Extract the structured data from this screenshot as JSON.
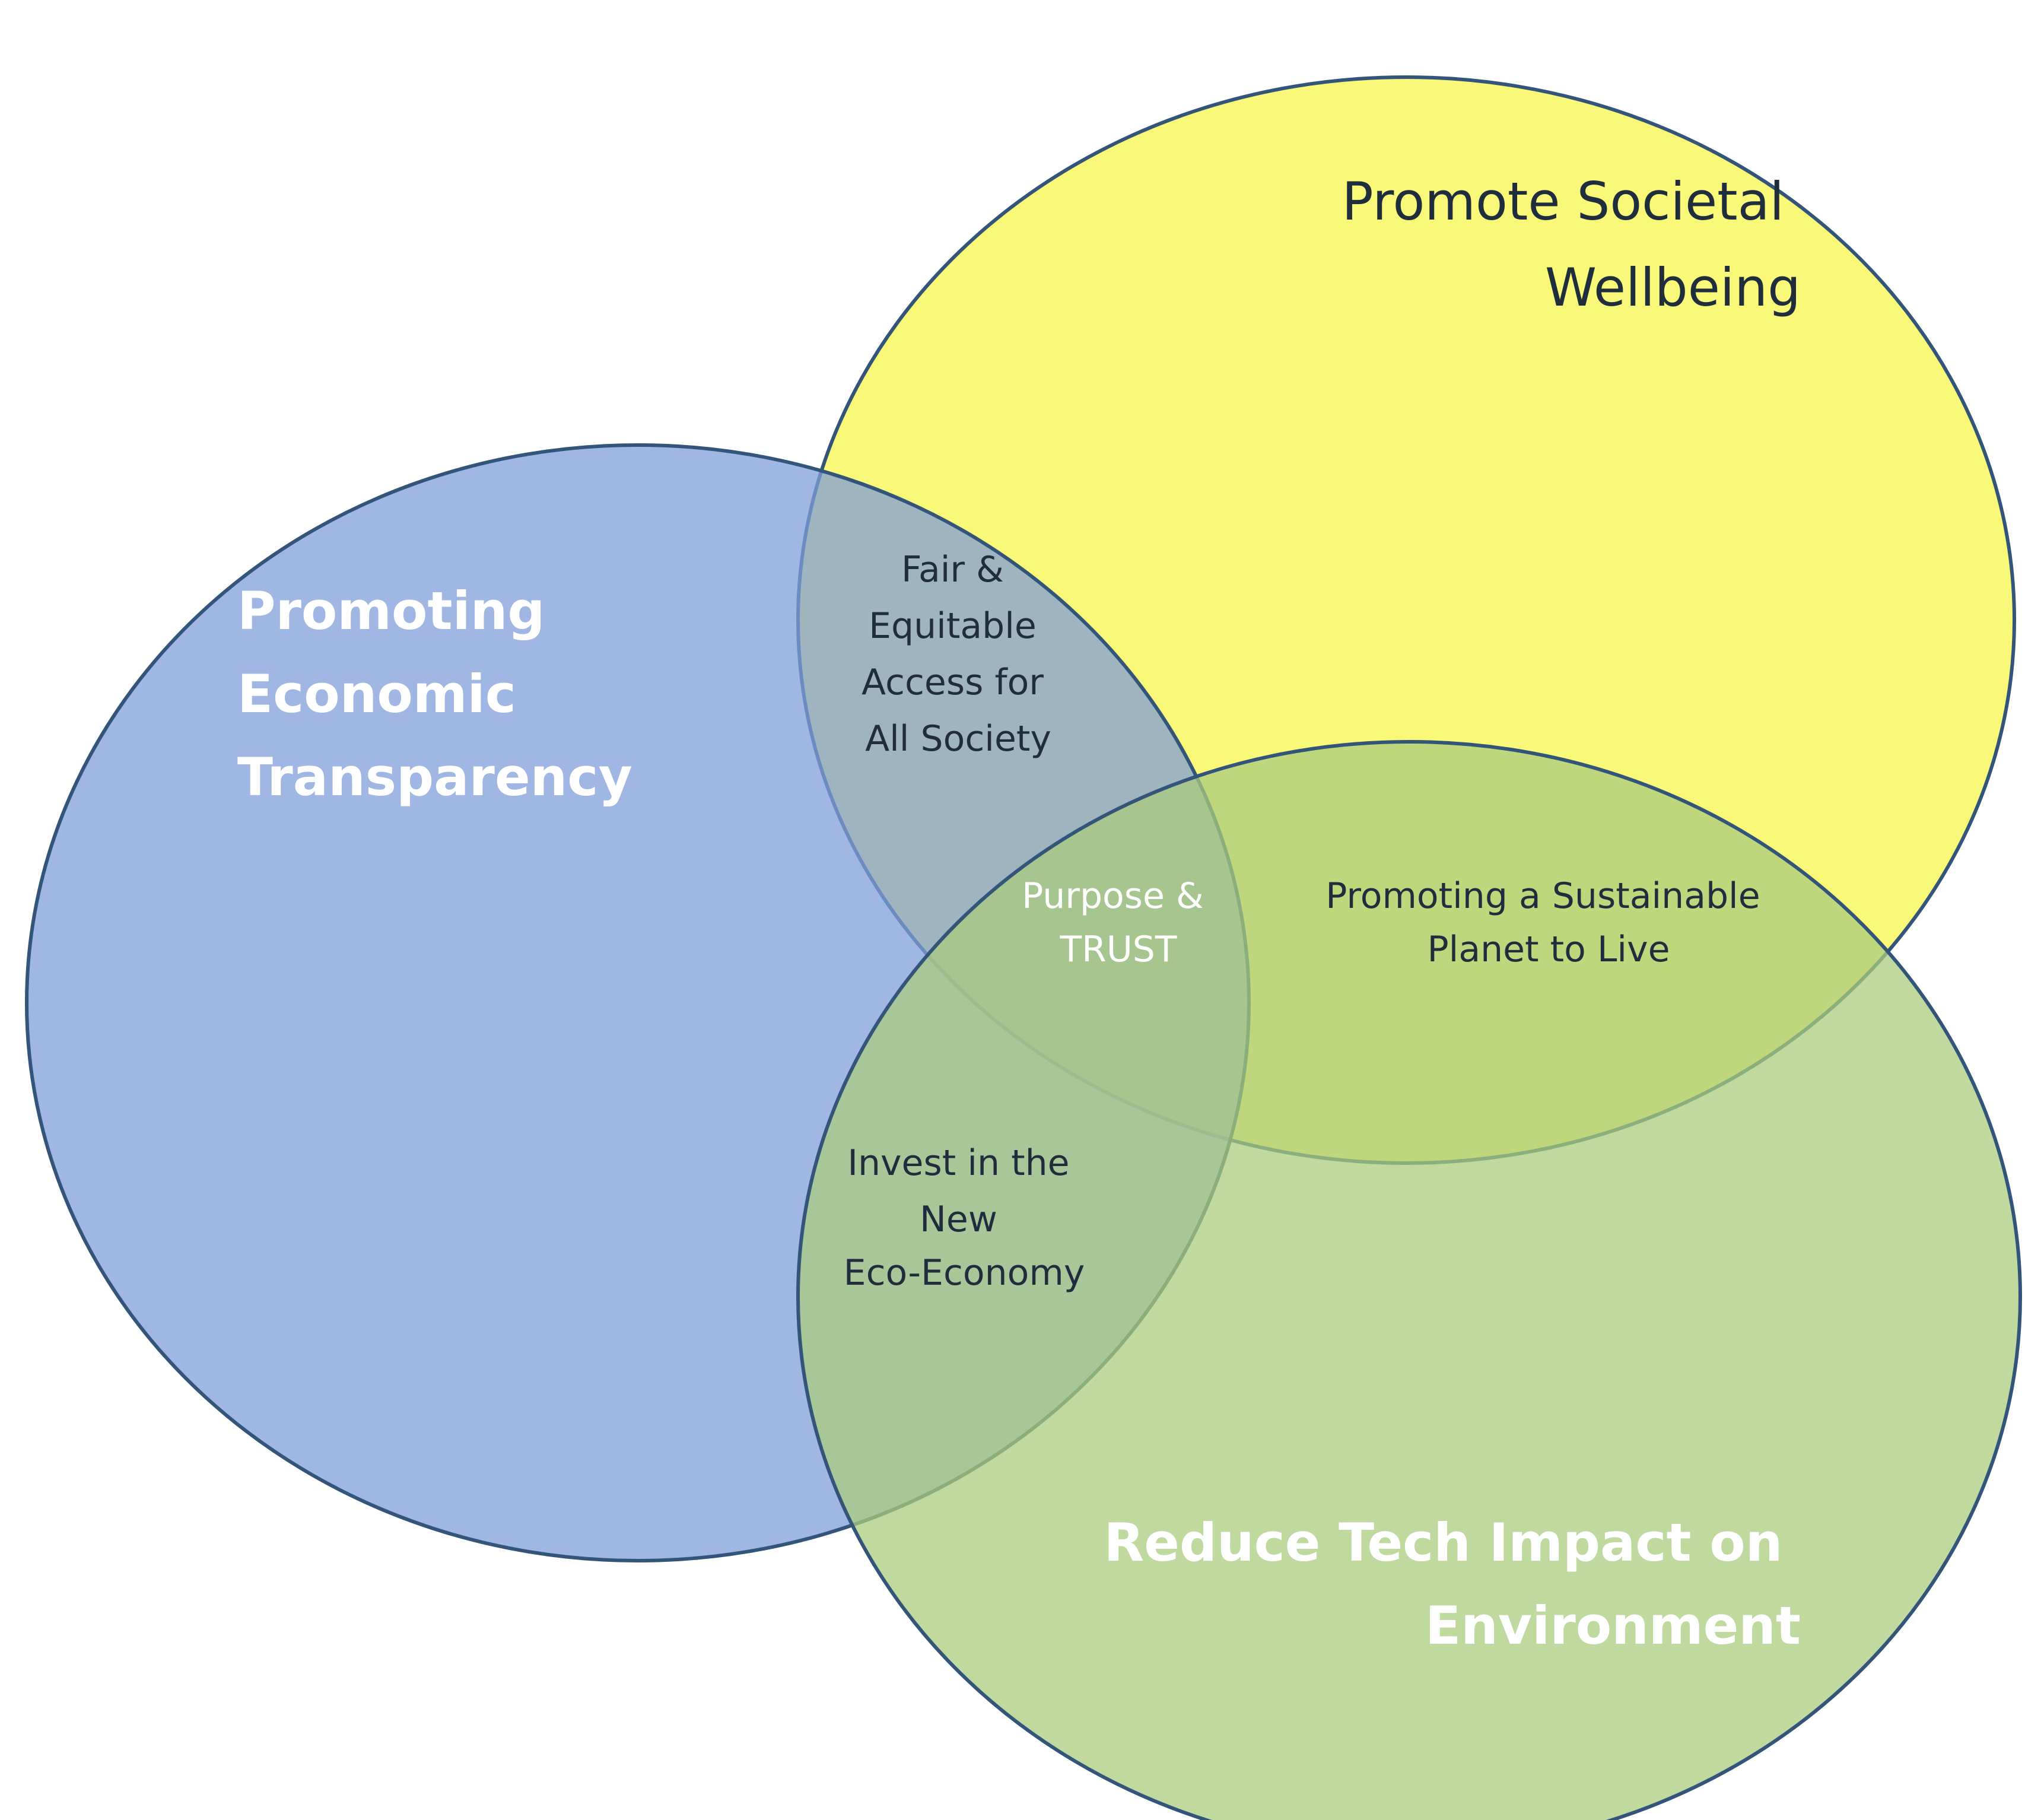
{
  "circles": {
    "societal": {
      "title_lines": [
        "Promote Societal",
        "Wellbeing"
      ],
      "fill": "#f9f871",
      "stroke": "#33557a"
    },
    "economic": {
      "title_lines": [
        "Promoting",
        "Economic",
        "Transparency"
      ],
      "fill": "#7f9fd8",
      "stroke": "#33557a"
    },
    "environment": {
      "title_lines": [
        "Reduce Tech Impact on",
        "Environment"
      ],
      "fill": "#a9cc7f",
      "stroke": "#33557a"
    }
  },
  "overlaps": {
    "economic_societal": [
      "Fair &",
      "Equitable",
      "Access for",
      "All Society"
    ],
    "societal_environment": [
      "Promoting a Sustainable",
      "Planet to Live"
    ],
    "economic_environment": [
      "Invest in the",
      "New",
      "Eco-Economy"
    ],
    "center": [
      "Purpose &",
      "TRUST"
    ]
  }
}
